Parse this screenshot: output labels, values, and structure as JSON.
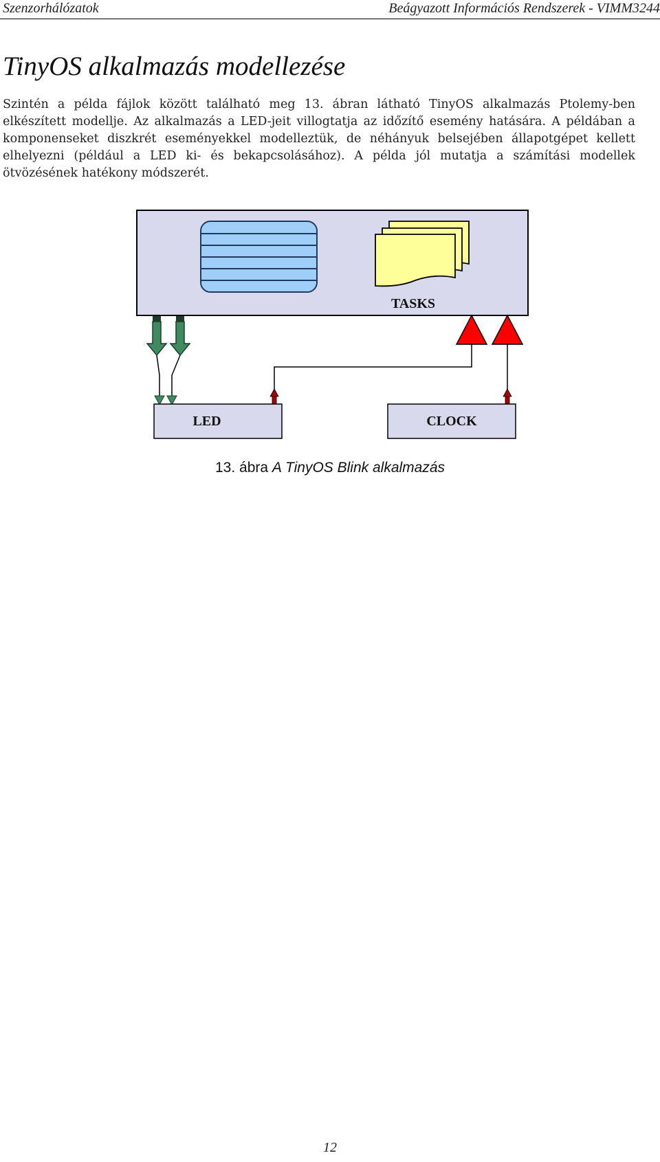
{
  "header": {
    "left": "Szenzorhálózatok",
    "right": "Beágyazott Információs Rendszerek - VIMM3244"
  },
  "title": "TinyOS alkalmazás modellezése",
  "paragraph": "Szintén a példa fájlok között található meg 13. ábran látható TinyOS alkalmazás Ptolemy-ben elkészített modellje. Az alkalmazás a LED-jeit villogtatja az időzítő esemény hatására. A példában a komponenseket diszkrét eseményekkel modelleztük, de néhányuk belsejében állapotgépet kellett elhelyezni (például a LED ki- és bekapcsolásához). A példa jól mutatja a számítási modellek ötvözésének hatékony módszerét.",
  "figure": {
    "tasks_label": "TASKS",
    "led_label": "LED",
    "clock_label": "CLOCK",
    "colors": {
      "container_fill": "#d8d9ec",
      "queue_fill": "#9fcff8",
      "queue_stroke": "#1f3a5a",
      "doc_fill": "#ffff99",
      "green_arrow": "#3d8b5e",
      "red_triangle": "#ff0000",
      "box_fill": "#d8d9ec"
    }
  },
  "caption": {
    "number": "13. ábra",
    "text": "A TinyOS  Blink  alkalmazás"
  },
  "page_number": "12"
}
